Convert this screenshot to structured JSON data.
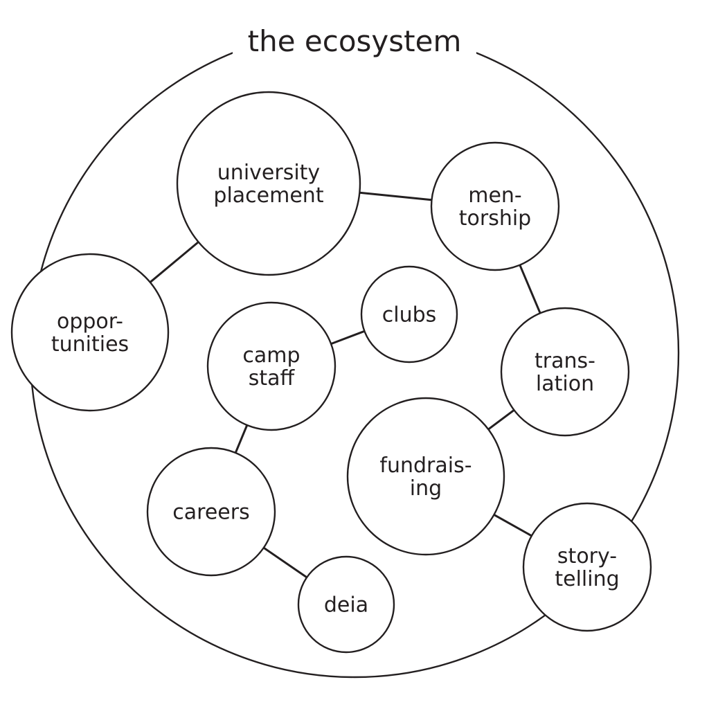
{
  "diagram": {
    "title": "the ecosystem",
    "colors": {
      "stroke": "#231f20",
      "text": "#231f20",
      "background": "#ffffff"
    },
    "nodes": [
      {
        "id": "university-placement",
        "lines": [
          "university",
          "placement"
        ]
      },
      {
        "id": "mentorship",
        "lines": [
          "men-",
          "torship"
        ]
      },
      {
        "id": "opportunities",
        "lines": [
          "oppor-",
          "tunities"
        ]
      },
      {
        "id": "clubs",
        "lines": [
          "clubs"
        ]
      },
      {
        "id": "camp-staff",
        "lines": [
          "camp",
          "staff"
        ]
      },
      {
        "id": "translation",
        "lines": [
          "trans-",
          "lation"
        ]
      },
      {
        "id": "fundraising",
        "lines": [
          "fundrais-",
          "ing"
        ]
      },
      {
        "id": "careers",
        "lines": [
          "careers"
        ]
      },
      {
        "id": "storytelling",
        "lines": [
          "story-",
          "telling"
        ]
      },
      {
        "id": "deia",
        "lines": [
          "deia"
        ]
      }
    ],
    "edges": [
      [
        "university-placement",
        "mentorship"
      ],
      [
        "university-placement",
        "opportunities"
      ],
      [
        "mentorship",
        "translation"
      ],
      [
        "clubs",
        "camp-staff"
      ],
      [
        "translation",
        "fundraising"
      ],
      [
        "camp-staff",
        "careers"
      ],
      [
        "fundraising",
        "storytelling"
      ],
      [
        "careers",
        "deia"
      ]
    ]
  }
}
